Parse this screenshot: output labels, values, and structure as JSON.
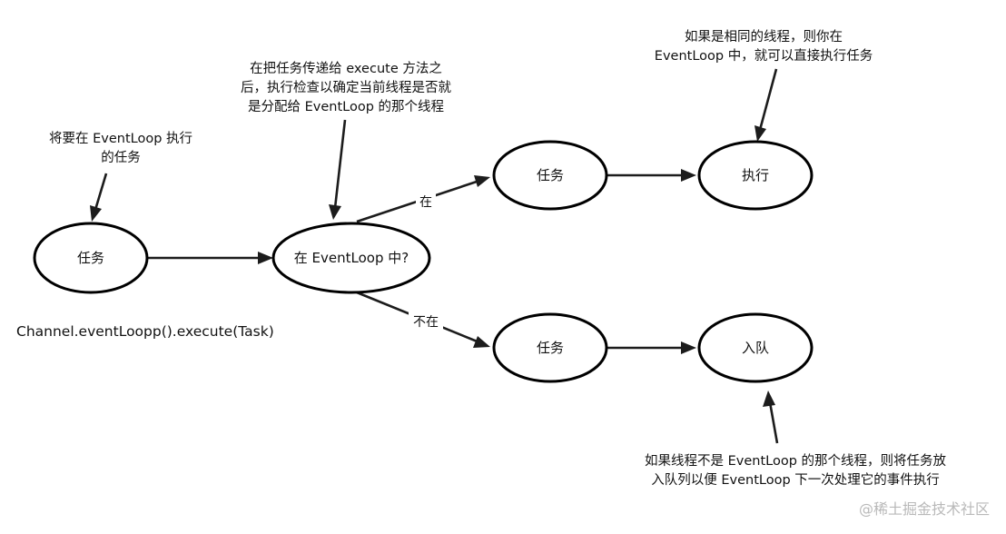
{
  "nodes": {
    "task_start": "任务",
    "decision": "在 EventLoop 中?",
    "task_in": "任务",
    "execute": "执行",
    "task_not_in": "任务",
    "enqueue": "入队"
  },
  "edge_labels": {
    "yes": "在",
    "no": "不在"
  },
  "annotations": {
    "task_note": [
      "将要在 EventLoop 执行",
      "的任务"
    ],
    "check_note": [
      "在把任务传递给 execute 方法之",
      "后，执行检查以确定当前线程是否就",
      "是分配给 EventLoop 的那个线程"
    ],
    "same_thread_note": [
      "如果是相同的线程，则你在",
      "EventLoop 中，就可以直接执行任务"
    ],
    "enqueue_note": [
      "如果线程不是 EventLoop 的那个线程，则将任务放",
      "入队列以便 EventLoop 下一次处理它的事件执行"
    ]
  },
  "code_caption": "Channel.eventLoopp().execute(Task)",
  "watermark": "@稀土掘金技术社区"
}
